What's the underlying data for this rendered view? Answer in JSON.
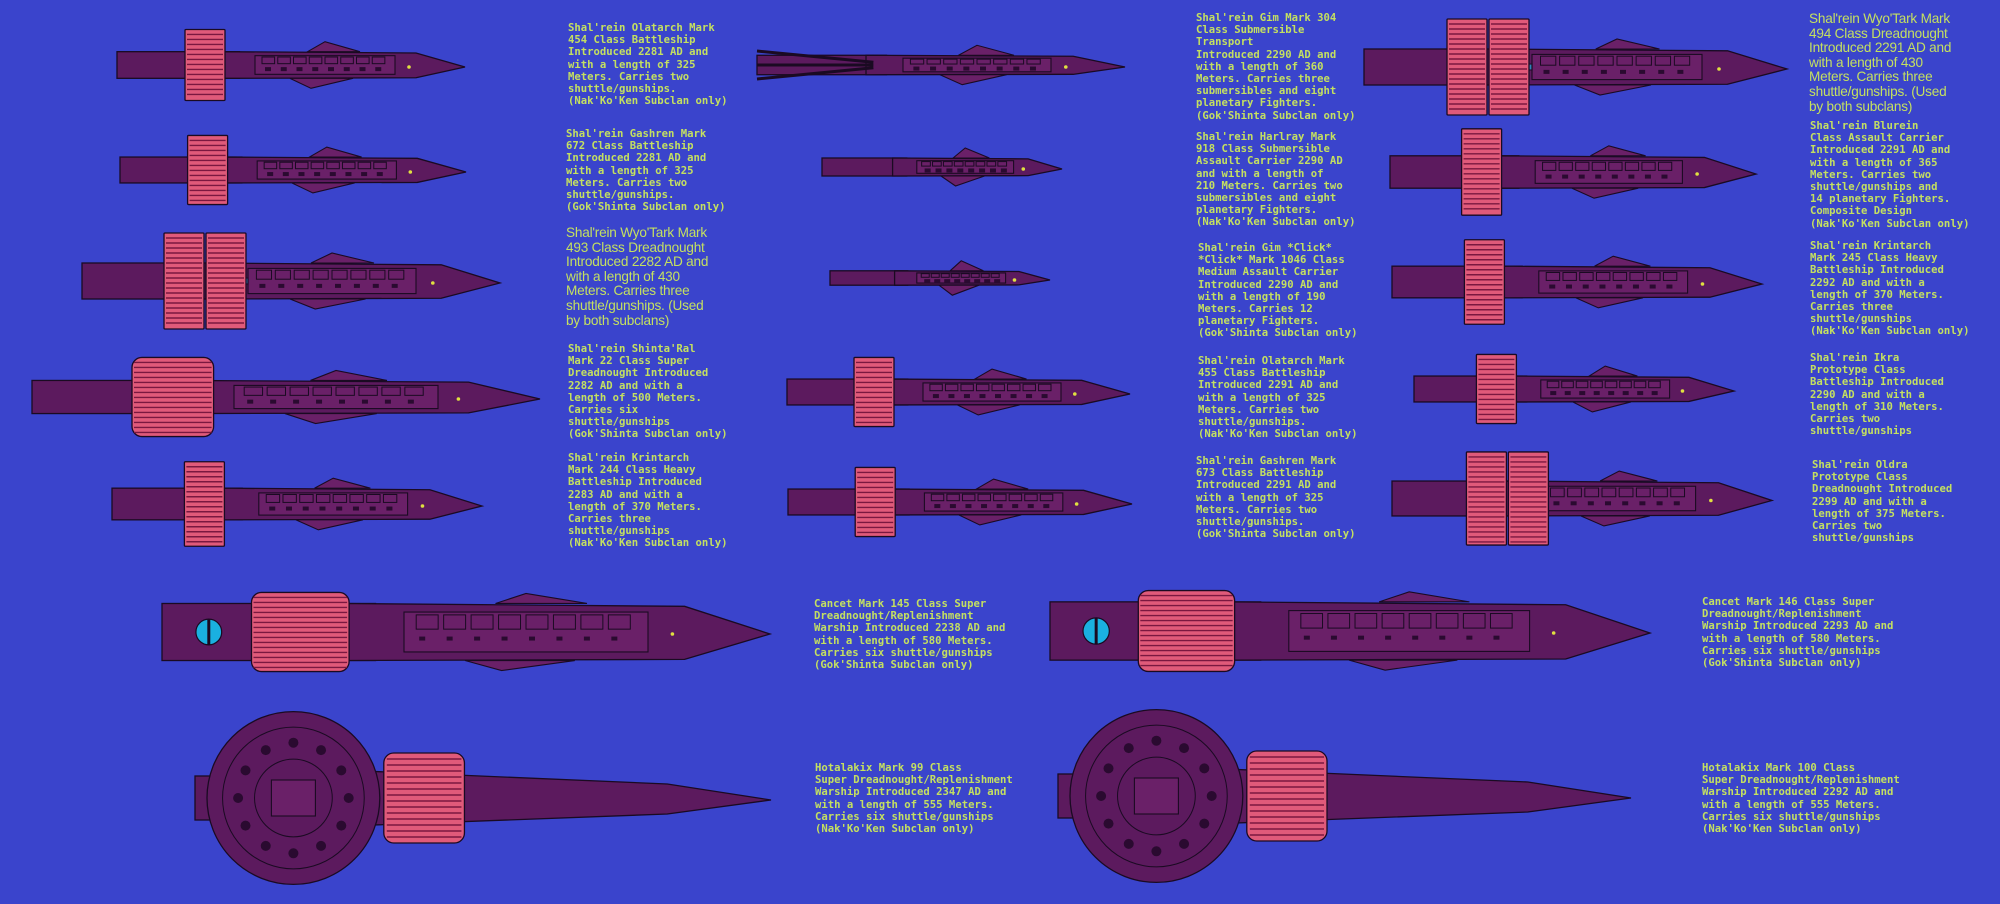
{
  "captions": [
    "Shal'rein Olatarch Mark\n454 Class Battleship\nIntroduced 2281 AD and\nwith a length of 325\nMeters. Carries two\nshuttle/gunships.\n(Nak'Ko'Ken Subclan only)",
    "Shal'rein Gashren Mark\n672 Class Battleship\nIntroduced 2281 AD and\nwith a length of 325\nMeters. Carries two\nshuttle/gunships.\n(Gok'Shinta Subclan only)",
    "Shal'rein Wyo'Tark Mark\n493 Class Dreadnought\nIntroduced 2282 AD and\nwith a length of 430\nMeters. Carries three\nshuttle/gunships. (Used\nby both subclans)",
    "Shal'rein Shinta'Ral\nMark 22 Class Super\nDreadnought Introduced\n2282 AD and with a\nlength of 500 Meters.\nCarries six\nshuttle/gunships\n(Gok'Shinta Subclan only)",
    "Shal'rein Krintarch\nMark 244 Class Heavy\nBattleship Introduced\n2283 AD and with a\nlength of 370 Meters.\nCarries three\nshuttle/gunships\n(Nak'Ko'Ken Subclan only)",
    "Shal'rein Gim Mark 304\nClass Submersible\nTransport\nIntroduced 2290 AD and\nwith a length of 360\nMeters. Carries three\nsubmersibles and eight\nplanetary Fighters.\n(Gok'Shinta Subclan only)",
    "Shal'rein Harlray Mark\n918 Class Submersible\nAssault Carrier 2290 AD\nand with a length of\n210 Meters. Carries two\nsubmersibles and eight\nplanetary Fighters.\n(Nak'Ko'Ken Subclan only)",
    "Shal'rein Gim *Click*\n*Click* Mark 1046 Class\nMedium Assault Carrier\nIntroduced 2290 AD and\nwith a length of 190\nMeters. Carries 12\nplanetary Fighters.\n(Gok'Shinta Subclan only)",
    "Shal'rein Olatarch Mark\n455 Class Battleship\nIntroduced 2291 AD and\nwith a length of 325\nMeters. Carries two\nshuttle/gunships.\n(Nak'Ko'Ken Subclan only)",
    "Shal'rein Gashren Mark\n673 Class Battleship\nIntroduced 2291 AD and\nwith a length of 325\nMeters. Carries two\nshuttle/gunships.\n(Gok'Shinta Subclan only)",
    "Shal'rein Wyo'Tark Mark\n494 Class Dreadnought\nIntroduced 2291 AD and\nwith a length of 430\nMeters. Carries three\nshuttle/gunships. (Used\nby both subclans)",
    "Shal'rein Blurein\nClass Assault Carrier\nIntroduced 2291 AD and\nwith a length of 365\nMeters. Carries two\nshuttle/gunships and\n14 planetary Fighters.\nComposite Design\n(Nak'Ko'Ken Subclan only)",
    "Shal'rein Krintarch\nMark 245 Class Heavy\nBattleship Introduced\n2292 AD and with a\nlength of 370 Meters.\nCarries three\nshuttle/gunships\n(Nak'Ko'Ken Subclan only)",
    "Shal'rein Ikra\nPrototype Class\nBattleship Introduced\n2290 AD and with a\nlength of 310 Meters.\nCarries two\nshuttle/gunships",
    "Shal'rein Oldra\nPrototype Class\nDreadnought Introduced\n2299 AD and with a\nlength of 375 Meters.\nCarries two\nshuttle/gunships",
    "Cancet Mark 145 Class Super\nDreadnought/Replenishment\nWarship Introduced 2238 AD and\nwith a length of 580 Meters.\nCarries six shuttle/gunships\n(Gok'Shinta Subclan only)",
    "Cancet Mark 146 Class Super\nDreadnought/Replenishment\nWarship Introduced 2293 AD and\nwith a length of 580 Meters.\nCarries six shuttle/gunships\n(Gok'Shinta Subclan only)",
    "Hotalakix Mark 99 Class\nSuper Dreadnought/Replenishment\nWarship Introduced 2347 AD and\nwith a length of 555 Meters.\nCarries six shuttle/gunships\n(Nak'Ko'Ken Subclan only)",
    "Hotalakix Mark 100 Class\nSuper Dreadnought/Replenishment\nWarship Introduced 2292 AD and\nwith a length of 555 Meters.\nCarries six shuttle/gunships\n(Nak'Ko'Ken Subclan only)"
  ],
  "colors": {
    "background": "#3a44cc",
    "caption_text": "#c4e060",
    "hull": "#5c1a5e",
    "habitat_pods": "#e05a7a",
    "sensor_dome": "#1ab0e0"
  }
}
